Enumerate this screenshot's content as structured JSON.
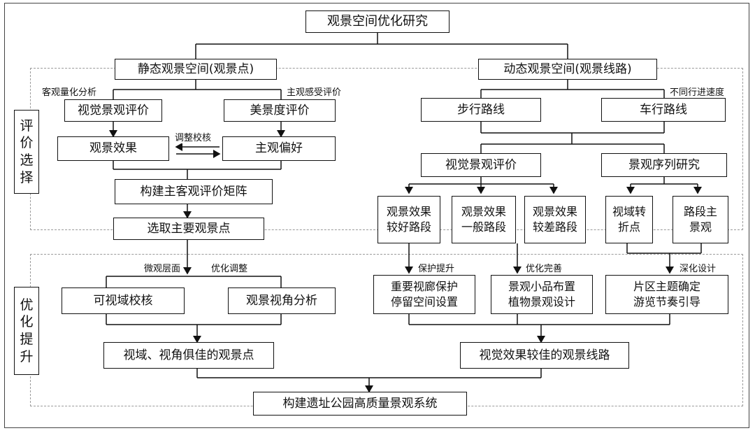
{
  "title": "观景空间优化研究",
  "sections": {
    "evaluate": [
      "评",
      "价",
      "选",
      "择"
    ],
    "optimize": [
      "优",
      "化",
      "提",
      "升"
    ]
  },
  "static": {
    "title": "静态观景空间(观景点)",
    "left_label": "客观量化分析",
    "right_label": "主观感受评价",
    "visual_eval": "视觉景观评价",
    "beauty_eval": "美景度评价",
    "view_effect": "观景效果",
    "subjective_pref": "主观偏好",
    "adjust_label": "调整校核",
    "matrix": "构建主客观评价矩阵",
    "select_points": "选取主要观景点",
    "micro_label": "微观层面",
    "opt_label": "优化调整",
    "visibility_check": "可视域校核",
    "angle_analysis": "观景视角分析",
    "result": "视域、视角俱佳的观景点"
  },
  "dynamic": {
    "title": "动态观景空间(观景线路)",
    "speed_label": "不同行进速度",
    "walk_route": "步行路线",
    "car_route": "车行路线",
    "visual_eval": "视觉景观评价",
    "sequence_study": "景观序列研究",
    "good_routes": [
      "观景效果",
      "较好路段"
    ],
    "normal_routes": [
      "观景效果",
      "一般路段"
    ],
    "poor_routes": [
      "观景效果",
      "较差路段"
    ],
    "turning_point": [
      "视域转",
      "折点"
    ],
    "main_view": [
      "路段主",
      "景观"
    ],
    "protect_label": "保护提升",
    "improve_label": "优化完善",
    "deepen_label": "深化设计",
    "protect_box": [
      "重要视廊保护",
      "停留空间设置"
    ],
    "improve_box": [
      "景观小品布置",
      "植物景观设计"
    ],
    "deepen_box": [
      "片区主题确定",
      "游览节奏引导"
    ],
    "result": "视觉效果较佳的观景线路"
  },
  "final": "构建遗址公园高质量景观系统"
}
